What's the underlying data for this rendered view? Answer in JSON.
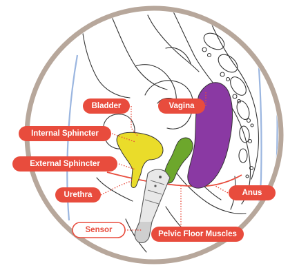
{
  "colors": {
    "ring": "#b7a79b",
    "label_fill": "#e84c3d",
    "label_text": "#ffffff",
    "sensor_outline": "#e84c3d",
    "sensor_text": "#e84c3d",
    "bladder": "#eadc2a",
    "vagina": "#8a39a3",
    "muscle": "#6da72c",
    "pelvic_line": "#e84c3d",
    "leader": "#e84c3d",
    "background_lines": "#9bb6e0"
  },
  "labels": {
    "bladder": "Bladder",
    "vagina": "Vagina",
    "internal_sphincter": "Internal Sphincter",
    "external_sphincter": "External Sphincter",
    "urethra": "Urethra",
    "anus": "Anus",
    "sensor": "Sensor",
    "pelvic_floor_muscles": "Pelvic Floor Muscles"
  }
}
